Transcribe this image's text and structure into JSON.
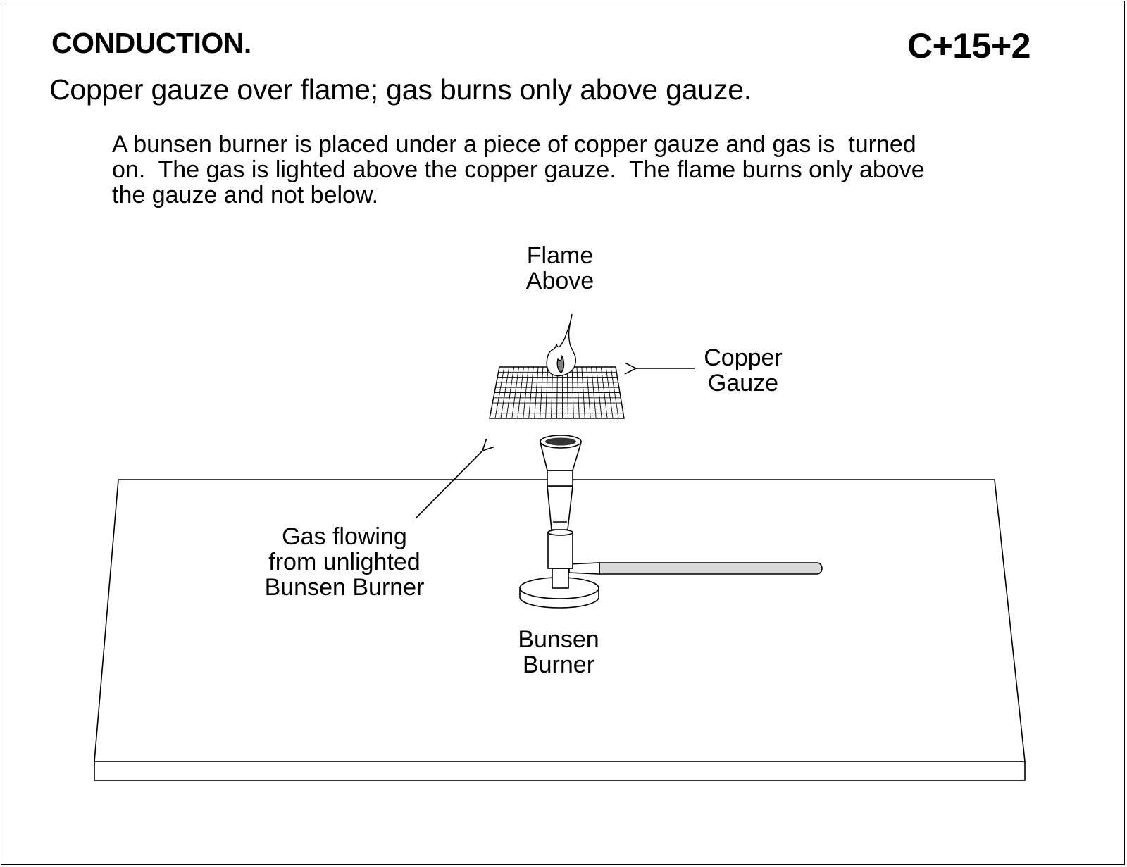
{
  "header": {
    "section_title": "CONDUCTION.",
    "code": "C+15+2"
  },
  "subtitle": "Copper gauze over flame; gas burns only above gauze.",
  "description": [
    "A bunsen burner is placed under a piece of copper gauze and gas is  turned",
    "on.  The gas is lighted above the copper gauze.  The flame burns only above",
    "the gauze and not below."
  ],
  "labels": {
    "flame_above": [
      "Flame",
      "Above"
    ],
    "copper_gauze": [
      "Copper",
      "Gauze"
    ],
    "gas_flowing": [
      "Gas flowing",
      "from unlighted",
      "Bunsen Burner"
    ],
    "bunsen_burner": [
      "Bunsen",
      "Burner"
    ]
  },
  "colors": {
    "line": "#000000",
    "tube_fill": "#d9d9d9",
    "flame_core": "#808080",
    "background": "#ffffff"
  }
}
